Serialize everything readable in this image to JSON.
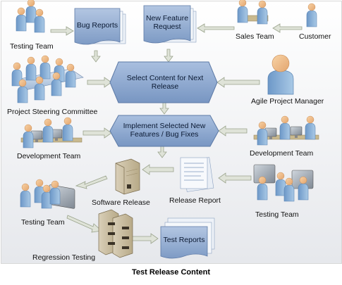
{
  "diagram": {
    "caption": "Test Release Content",
    "nodes": {
      "testing_team_top": "Testing Team",
      "bug_reports": "Bug Reports",
      "new_feature_request": "New Feature Request",
      "sales_team": "Sales Team",
      "customer": "Customer",
      "project_steering_committee": "Project Steering Committee",
      "select_content": "Select Content for Next Release",
      "agile_project_manager": "Agile Project Manager",
      "development_team_left": "Development Team",
      "implement_features": "Implement Selected New Features / Bug Fixes",
      "development_team_right": "Development Team",
      "software_release": "Software Release",
      "release_report": "Release Report",
      "testing_team_left": "Testing Team",
      "testing_team_right": "Testing Team",
      "regression_testing": "Regression Testing",
      "test_reports": "Test Reports"
    },
    "colors": {
      "box_fill": "#8fa8cc",
      "box_stroke": "#5d7aa6",
      "arrow_fill": "#dfe3d8",
      "arrow_stroke": "#9aa38c",
      "person_body": "#86aed6",
      "person_head": "#f2c08e"
    }
  }
}
